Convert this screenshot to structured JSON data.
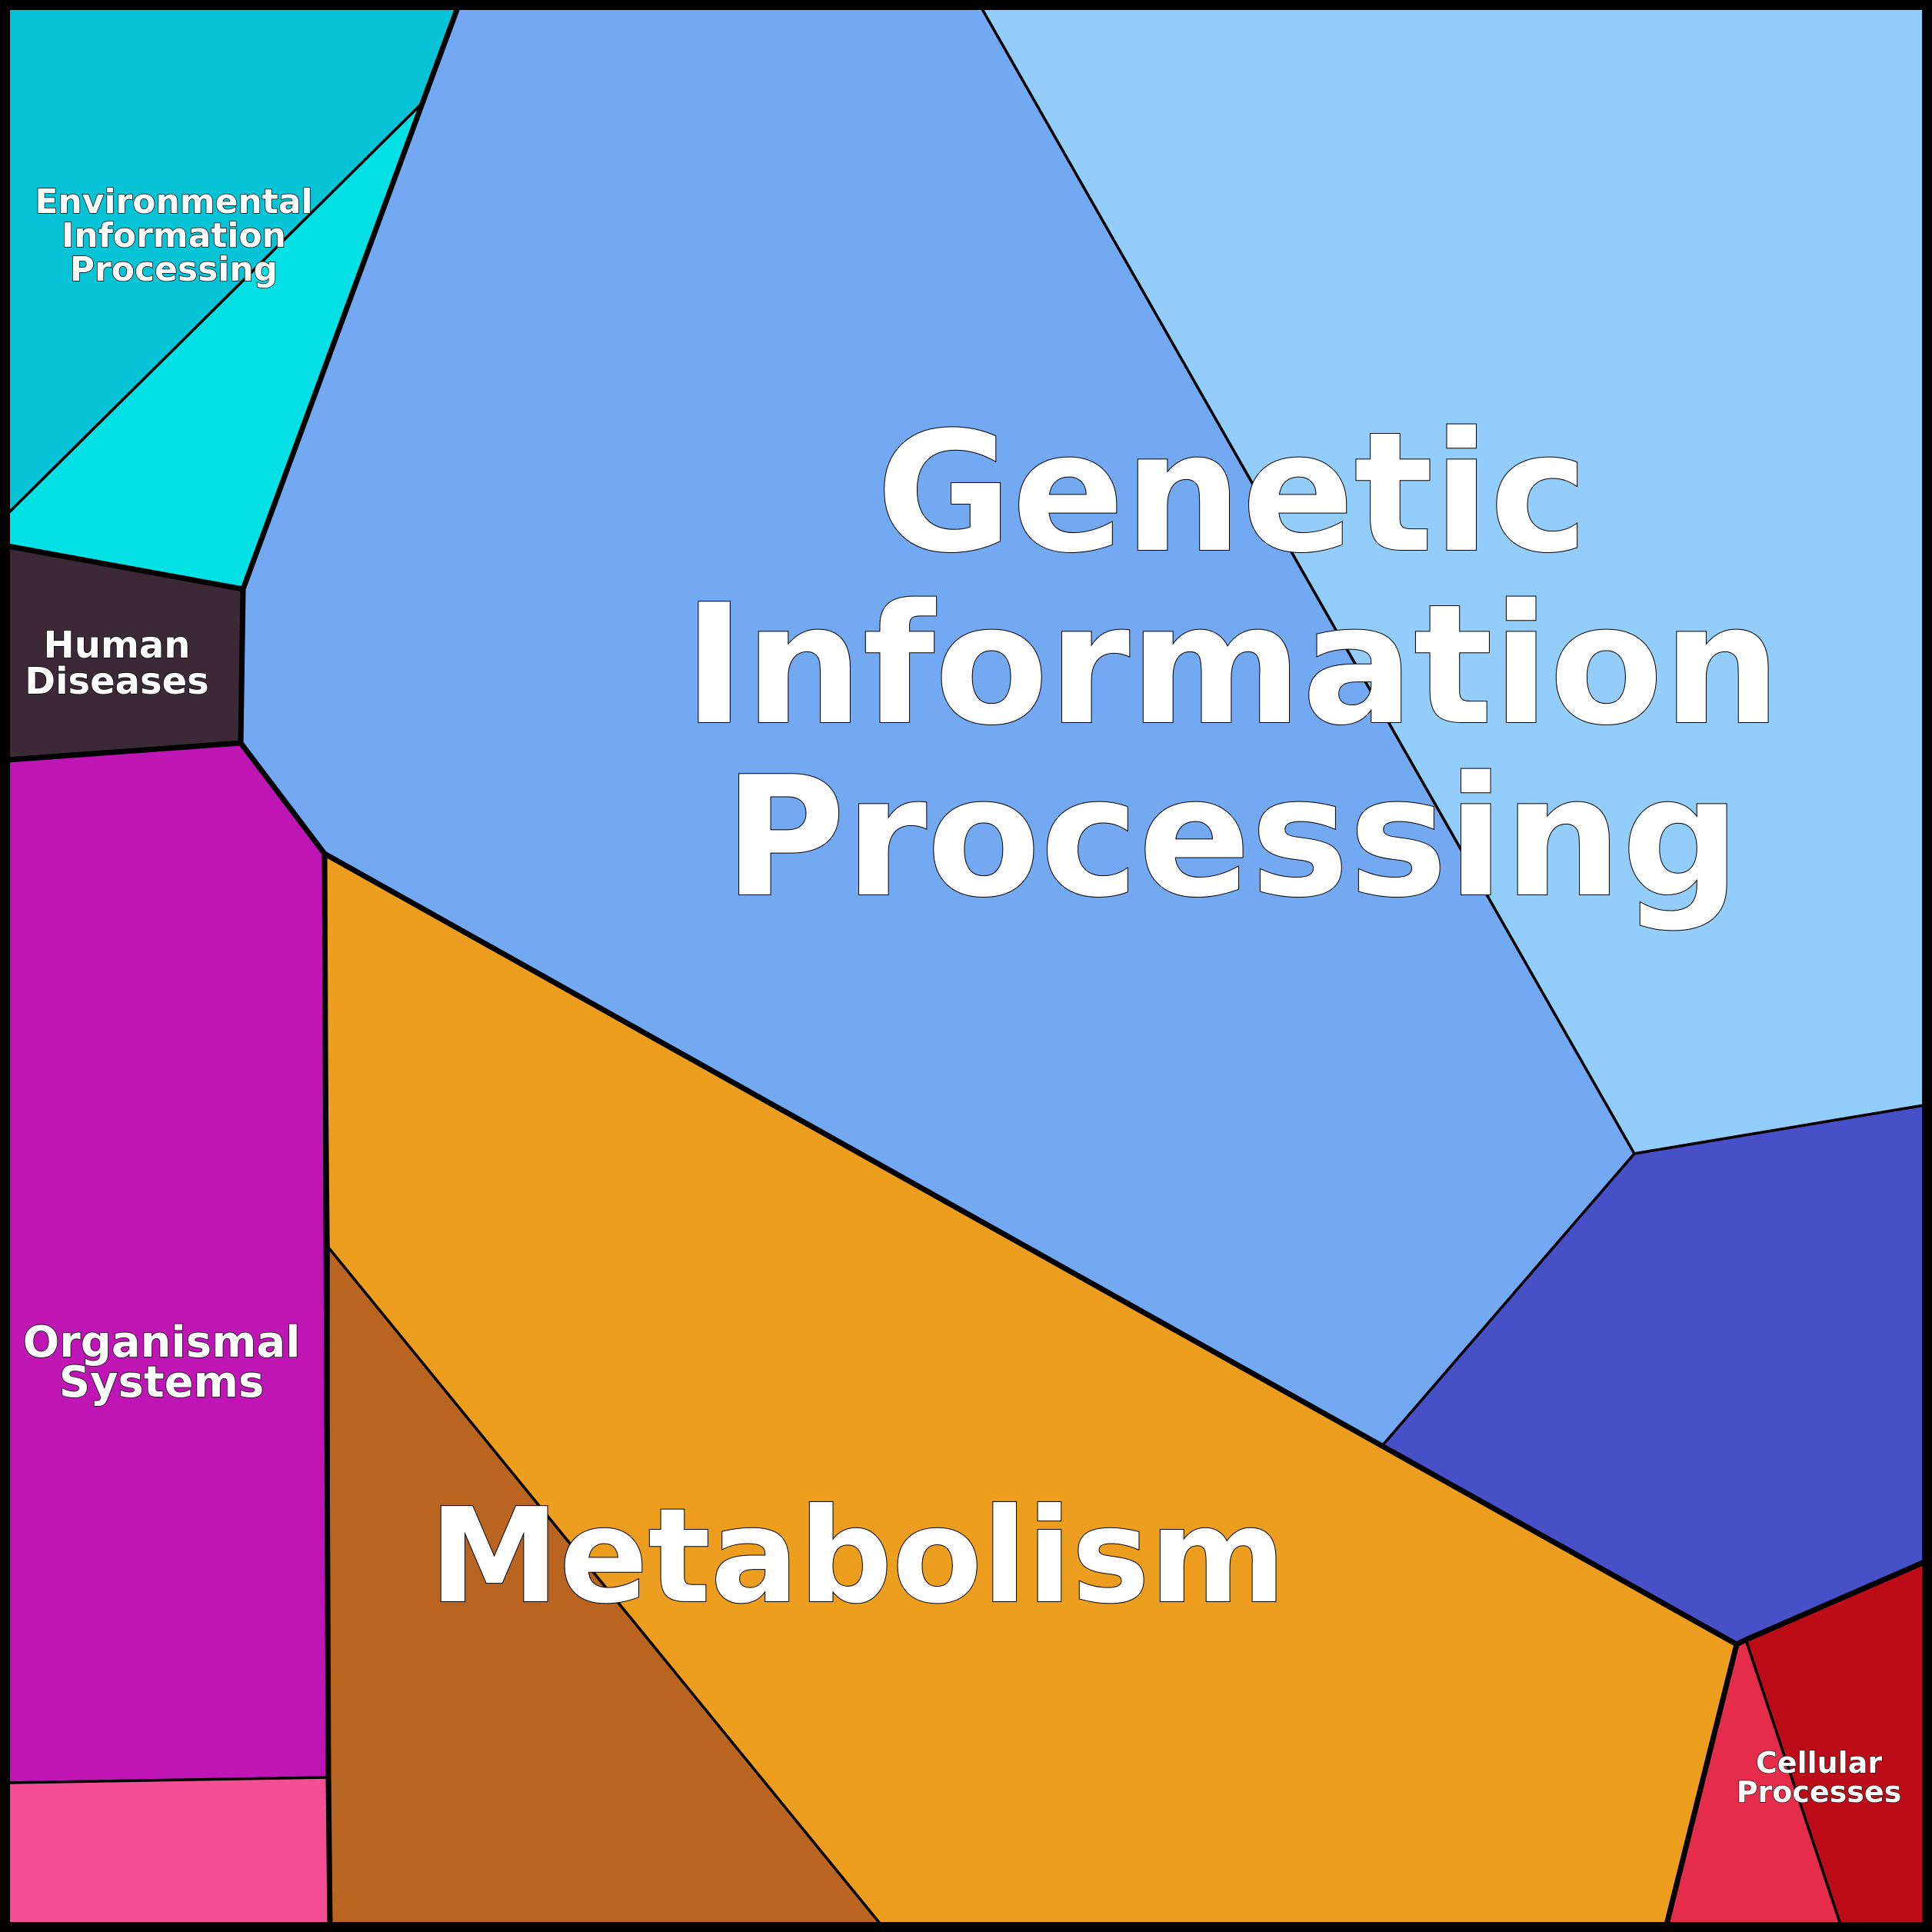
{
  "diagram": {
    "type": "voronoi-treemap",
    "frame_color": "#000000",
    "groups": [
      {
        "id": "genetic-information-processing",
        "label_lines": [
          "Genetic",
          "Information",
          "Processing"
        ],
        "cells": [
          {
            "id": "genetic-a",
            "color": "#72a9f2"
          },
          {
            "id": "genetic-b",
            "color": "#93cdfc"
          },
          {
            "id": "genetic-c",
            "color": "#4850c8"
          }
        ]
      },
      {
        "id": "metabolism",
        "label_lines": [
          "Metabolism"
        ],
        "cells": [
          {
            "id": "metabolism-a",
            "color": "#ee9e1f"
          },
          {
            "id": "metabolism-b",
            "color": "#ba6422"
          }
        ]
      },
      {
        "id": "environmental-information-processing",
        "label_lines": [
          "Environmental",
          "Information",
          "Processing"
        ],
        "cells": [
          {
            "id": "environmental-a",
            "color": "#06c4d6"
          },
          {
            "id": "environmental-b",
            "color": "#03e1e6"
          }
        ]
      },
      {
        "id": "human-diseases",
        "label_lines": [
          "Human",
          "Diseases"
        ],
        "cells": [
          {
            "id": "human-diseases-a",
            "color": "#3b2a35"
          }
        ]
      },
      {
        "id": "organismal-systems",
        "label_lines": [
          "Organismal",
          "Systems"
        ],
        "cells": [
          {
            "id": "organismal-a",
            "color": "#be15b4"
          },
          {
            "id": "organismal-b",
            "color": "#f44f94"
          }
        ]
      },
      {
        "id": "cellular-processes",
        "label_lines": [
          "Cellular",
          "Processes"
        ],
        "cells": [
          {
            "id": "cellular-a",
            "color": "#e52c4a"
          },
          {
            "id": "cellular-b",
            "color": "#bb0c18"
          }
        ]
      }
    ]
  }
}
